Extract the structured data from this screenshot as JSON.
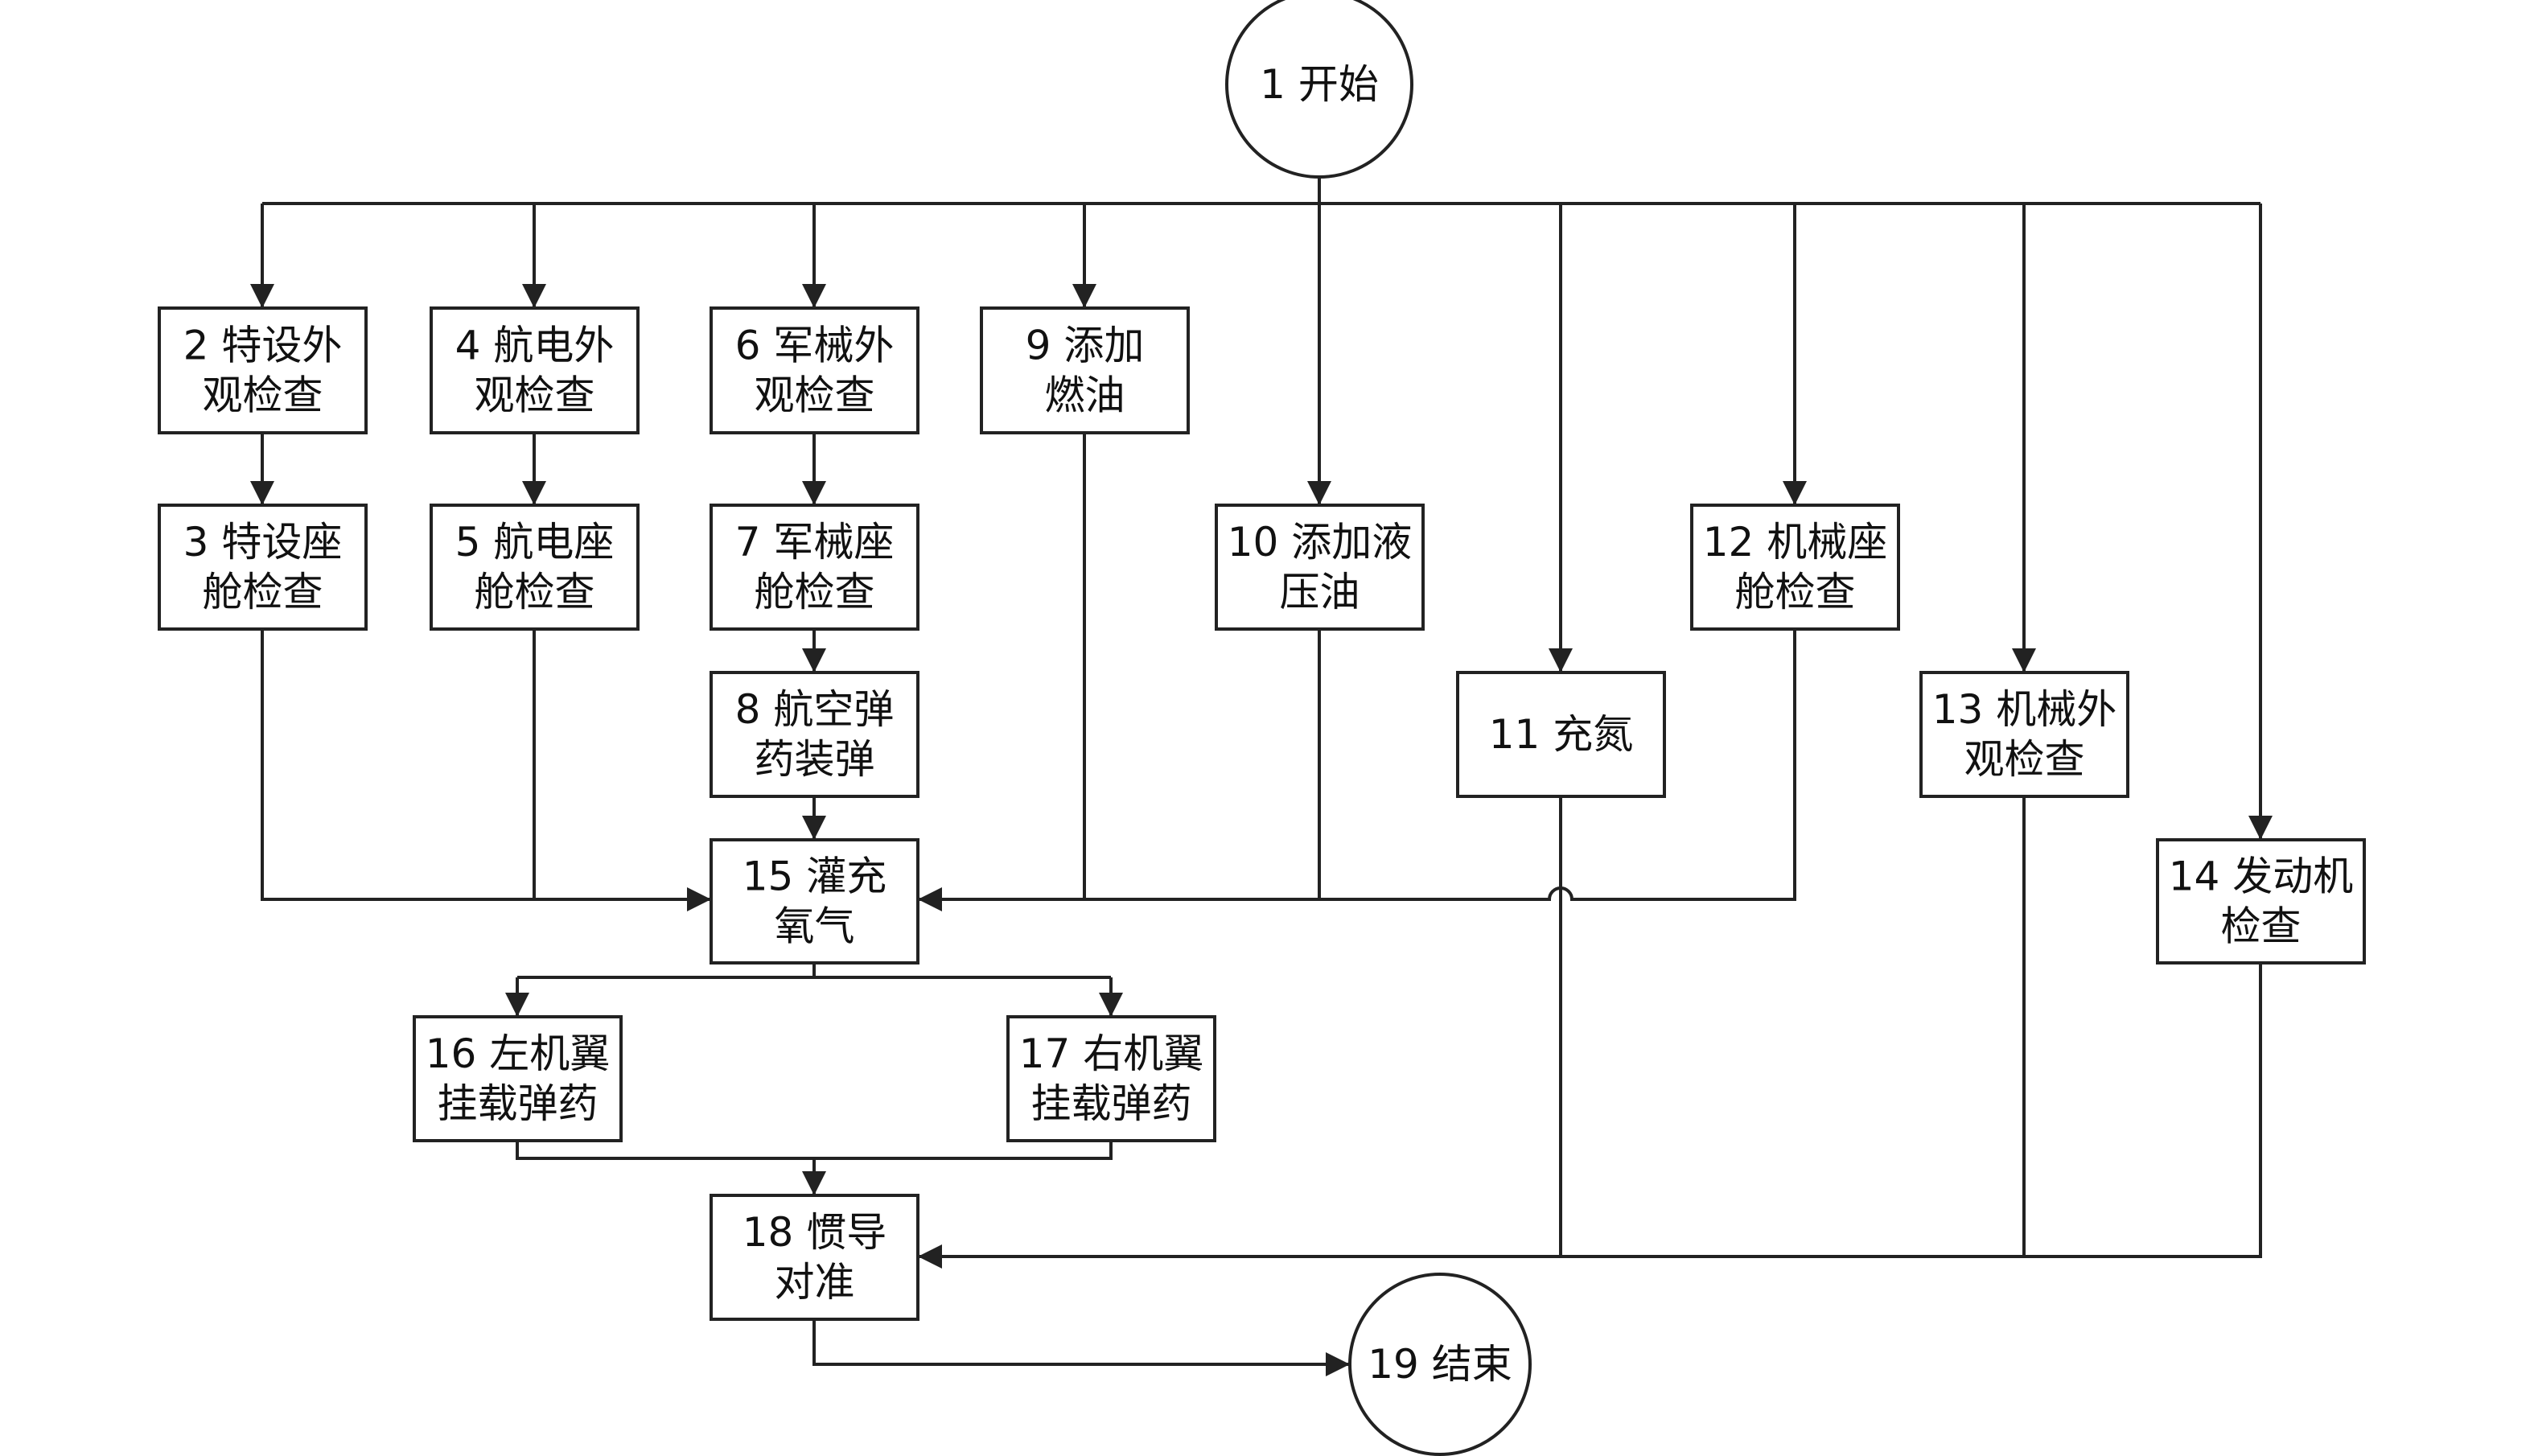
{
  "diagram": {
    "nodes": [
      {
        "id": "n1",
        "shape": "circle",
        "lines": [
          "1 开始"
        ]
      },
      {
        "id": "n2",
        "shape": "rect",
        "lines": [
          "2 特设外",
          "观检查"
        ]
      },
      {
        "id": "n3",
        "shape": "rect",
        "lines": [
          "3 特设座",
          "舱检查"
        ]
      },
      {
        "id": "n4",
        "shape": "rect",
        "lines": [
          "4 航电外",
          "观检查"
        ]
      },
      {
        "id": "n5",
        "shape": "rect",
        "lines": [
          "5 航电座",
          "舱检查"
        ]
      },
      {
        "id": "n6",
        "shape": "rect",
        "lines": [
          "6 军械外",
          "观检查"
        ]
      },
      {
        "id": "n7",
        "shape": "rect",
        "lines": [
          "7 军械座",
          "舱检查"
        ]
      },
      {
        "id": "n8",
        "shape": "rect",
        "lines": [
          "8 航空弹",
          "药装弹"
        ]
      },
      {
        "id": "n9",
        "shape": "rect",
        "lines": [
          "9 添加",
          "燃油"
        ]
      },
      {
        "id": "n10",
        "shape": "rect",
        "lines": [
          "10 添加液",
          "压油"
        ]
      },
      {
        "id": "n11",
        "shape": "rect",
        "lines": [
          "11 充氮"
        ]
      },
      {
        "id": "n12",
        "shape": "rect",
        "lines": [
          "12 机械座",
          "舱检查"
        ]
      },
      {
        "id": "n13",
        "shape": "rect",
        "lines": [
          "13 机械外",
          "观检查"
        ]
      },
      {
        "id": "n14",
        "shape": "rect",
        "lines": [
          "14 发动机",
          "检查"
        ]
      },
      {
        "id": "n15",
        "shape": "rect",
        "lines": [
          "15 灌充",
          "氧气"
        ]
      },
      {
        "id": "n16",
        "shape": "rect",
        "lines": [
          "16 左机翼",
          "挂载弹药"
        ]
      },
      {
        "id": "n17",
        "shape": "rect",
        "lines": [
          "17 右机翼",
          "挂载弹药"
        ]
      },
      {
        "id": "n18",
        "shape": "rect",
        "lines": [
          "18 惯导",
          "对准"
        ]
      },
      {
        "id": "n19",
        "shape": "circle",
        "lines": [
          "19 结束"
        ]
      }
    ],
    "edges": [
      [
        "n1",
        "n2"
      ],
      [
        "n1",
        "n4"
      ],
      [
        "n1",
        "n6"
      ],
      [
        "n1",
        "n9"
      ],
      [
        "n1",
        "n10"
      ],
      [
        "n1",
        "n11"
      ],
      [
        "n1",
        "n12"
      ],
      [
        "n1",
        "n13"
      ],
      [
        "n1",
        "n14"
      ],
      [
        "n2",
        "n3"
      ],
      [
        "n4",
        "n5"
      ],
      [
        "n6",
        "n7"
      ],
      [
        "n7",
        "n8"
      ],
      [
        "n3",
        "n15"
      ],
      [
        "n5",
        "n15"
      ],
      [
        "n8",
        "n15"
      ],
      [
        "n9",
        "n15"
      ],
      [
        "n10",
        "n15"
      ],
      [
        "n12",
        "n15"
      ],
      [
        "n15",
        "n16"
      ],
      [
        "n15",
        "n17"
      ],
      [
        "n16",
        "n18"
      ],
      [
        "n17",
        "n18"
      ],
      [
        "n11",
        "n18"
      ],
      [
        "n13",
        "n18"
      ],
      [
        "n14",
        "n18"
      ],
      [
        "n18",
        "n19"
      ]
    ]
  }
}
